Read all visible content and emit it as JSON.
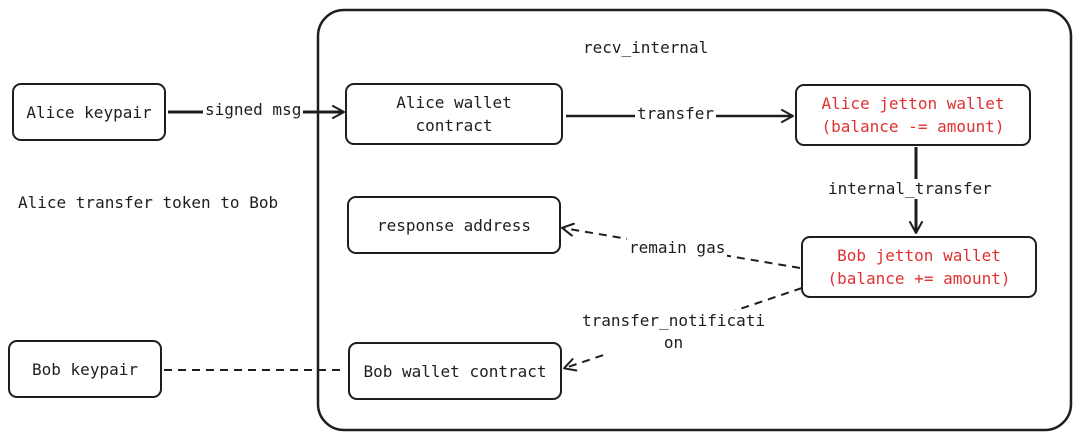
{
  "diagram": {
    "container_title": "recv_internal",
    "caption": "Alice transfer token to Bob",
    "nodes": {
      "alice_keypair": "Alice keypair",
      "alice_wallet_contract_line1": "Alice wallet",
      "alice_wallet_contract_line2": "contract",
      "alice_jetton_wallet_line1": "Alice jetton wallet",
      "alice_jetton_wallet_line2": "(balance -= amount)",
      "response_address": "response address",
      "bob_jetton_wallet_line1": "Bob jetton wallet",
      "bob_jetton_wallet_line2": "(balance += amount)",
      "bob_keypair": "Bob keypair",
      "bob_wallet_contract": "Bob wallet contract"
    },
    "edges": {
      "signed_msg": "signed msg",
      "transfer": "transfer",
      "internal_transfer": "internal_transfer",
      "remain_gas": "remain gas",
      "transfer_notification_line1": "transfer_notificati",
      "transfer_notification_line2": "on"
    },
    "colors": {
      "stroke": "#1e1e1e",
      "highlight_text": "#e03131",
      "background": "#ffffff"
    }
  }
}
